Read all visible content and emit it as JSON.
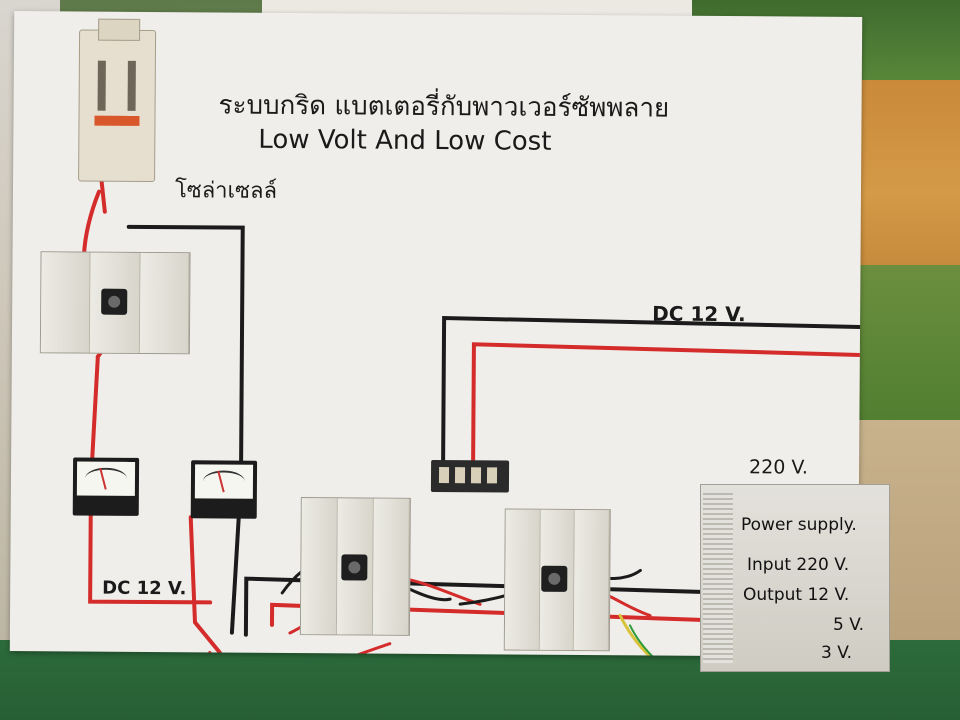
{
  "title_thai": "ระบบกริด แบตเตอรี่กับพาวเวอร์ซัพพลาย",
  "title_english": "Low Volt And Low Cost",
  "solar_cell_label": "โซล่าเซลล์",
  "dc_label_top": "DC 12 V.",
  "dc_label_bottom": "DC 12 V.",
  "mains_label": "220 V.",
  "power_supply": {
    "title": "Power supply.",
    "input": "Input 220 V.",
    "output": "Output 12 V.",
    "out2": "5 V.",
    "out3": "3 V."
  },
  "colors": {
    "board": "#efeeea",
    "wire_red": "#d42b2b",
    "wire_black": "#1b1b1b"
  }
}
